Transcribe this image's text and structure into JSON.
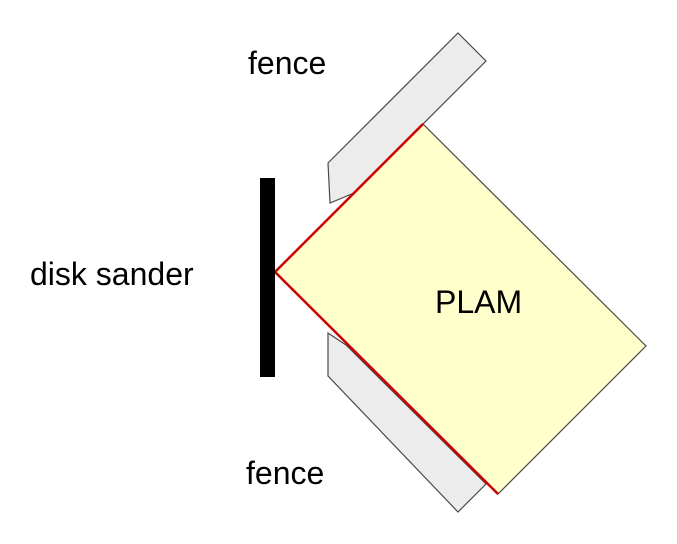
{
  "labels": {
    "fence_top": "fence",
    "fence_bottom": "fence",
    "disk_sander": "disk sander",
    "workpiece": "PLAM"
  },
  "colors": {
    "fence_fill": "#ececec",
    "fence_stroke": "#4a4a4a",
    "workpiece_fill": "#ffffcc",
    "workpiece_stroke": "#4a4a4a",
    "edge_highlight": "#cc0000",
    "sander": "#000000"
  }
}
